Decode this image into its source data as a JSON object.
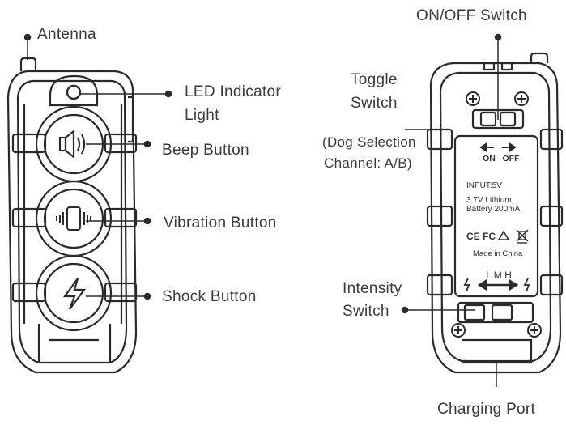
{
  "labels": {
    "antenna": "Antenna",
    "led_line1": "LED Indicator",
    "led_line2": "Light",
    "beep": "Beep Button",
    "vibration": "Vibration Button",
    "shock": "Shock Button",
    "onoff": "ON/OFF Switch",
    "toggle_line1": "Toggle",
    "toggle_line2": "Switch",
    "dog_sel_line1": "(Dog Selection",
    "dog_sel_line2": "Channel: A/B)",
    "intensity_line1": "Intensity",
    "intensity_line2": "Switch",
    "charging": "Charging Port"
  },
  "back_label": {
    "on": "ON",
    "off": "OFF",
    "input": "INPUT:5V",
    "battery_line1": "3.7V Lithium",
    "battery_line2": "Battery 200mA",
    "certs": "CE FC",
    "made_in": "Made in China",
    "intensity_levels": "L M H"
  },
  "colors": {
    "stroke": "#2a2a2a",
    "text": "#3a3a3a"
  }
}
